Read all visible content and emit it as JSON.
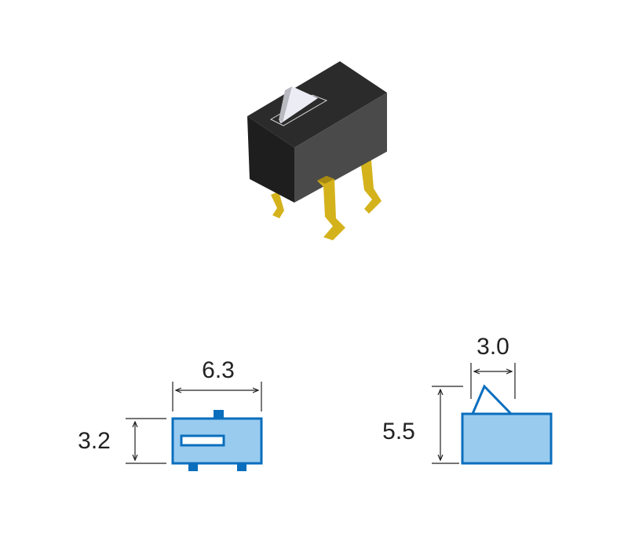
{
  "colors": {
    "body_top": "#2b2b2b",
    "body_left": "#1c1c1c",
    "body_right": "#4a4a4a",
    "pin": "#d4b21c",
    "pin_dark": "#a88a10",
    "outline_blue": "#0a6ebd",
    "fill_blue": "#99cbef"
  },
  "top_view": {
    "width_label": "6.3",
    "height_label": "3.2"
  },
  "side_view": {
    "actuator_label": "3.0",
    "height_label": "5.5"
  }
}
